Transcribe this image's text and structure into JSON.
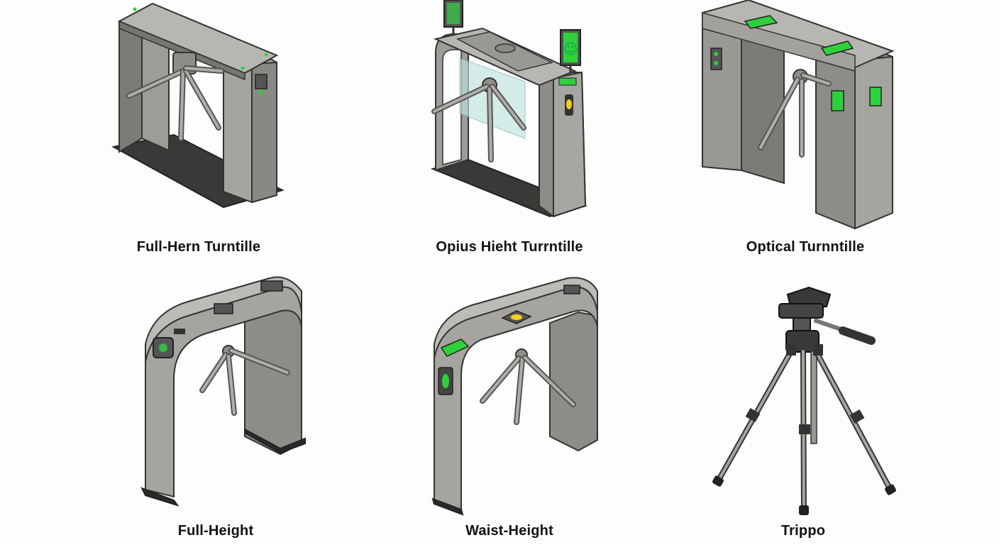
{
  "title": "Turnstile types illustration grid",
  "colors": {
    "background": "#fdfdfd",
    "steel_light": "#b5b3ad",
    "steel_mid": "#8e8c86",
    "steel_dark": "#5c5a55",
    "base": "#3a3937",
    "indicator_green": "#2fd13b",
    "indicator_yellow": "#f2cf1c",
    "glass": "#bfe3dd"
  },
  "items": [
    {
      "id": "full-hern",
      "label": "Full-Hern Turntille",
      "icon": "tripod-turnstile-box-icon"
    },
    {
      "id": "opius-hieht",
      "label": "Opius Hieht Turrntille",
      "icon": "turnstile-glass-display-icon"
    },
    {
      "id": "optical",
      "label": "Optical Turnntille",
      "icon": "optical-turnstile-icon"
    },
    {
      "id": "full-height",
      "label": "Full-Height",
      "icon": "arch-turnstile-icon"
    },
    {
      "id": "waist-height",
      "label": "Waist-Height",
      "icon": "waist-height-turnstile-icon"
    },
    {
      "id": "trippo",
      "label": "Trippo",
      "icon": "camera-tripod-icon"
    }
  ]
}
